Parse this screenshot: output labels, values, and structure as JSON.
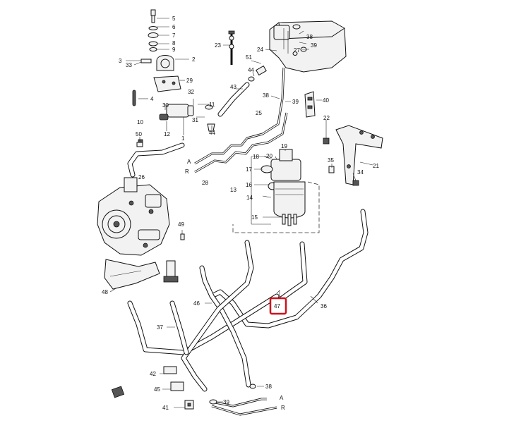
{
  "callouts": {
    "p1": "1",
    "p2": "2",
    "p3": "3",
    "p4": "4",
    "p5": "5",
    "p6": "6",
    "p7": "7",
    "p8": "8",
    "p9": "9",
    "p10": "10",
    "p11": "11",
    "p12": "12",
    "p13": "13",
    "p14": "14",
    "p15": "15",
    "p16": "16",
    "p17": "17",
    "p18": "18",
    "p19": "19",
    "p20": "20",
    "p21": "21",
    "p22": "22",
    "p23": "23",
    "p24": "24",
    "p25": "25",
    "p26": "26",
    "p27": "27",
    "p28": "28",
    "p29": "29",
    "p30": "30",
    "p31": "31",
    "p32": "32",
    "p33": "33",
    "p34": "34",
    "p35": "35",
    "p36": "36",
    "p37": "37",
    "p38a": "38",
    "p38b": "38",
    "p38c": "38",
    "p39a": "39",
    "p39b": "39",
    "p39c": "39",
    "p40": "40",
    "p41": "41",
    "p42": "42",
    "p43": "43",
    "p44a": "44",
    "p44b": "44",
    "p45": "45",
    "p46": "46",
    "p47": "47",
    "p48": "48",
    "p49": "49",
    "p50": "50",
    "p51": "51"
  },
  "line_markers": {
    "a_top": "A",
    "r_top": "R",
    "a_bottom": "A",
    "r_bottom": "R"
  },
  "highlight": {
    "part": "47",
    "color": "#d0101b"
  }
}
